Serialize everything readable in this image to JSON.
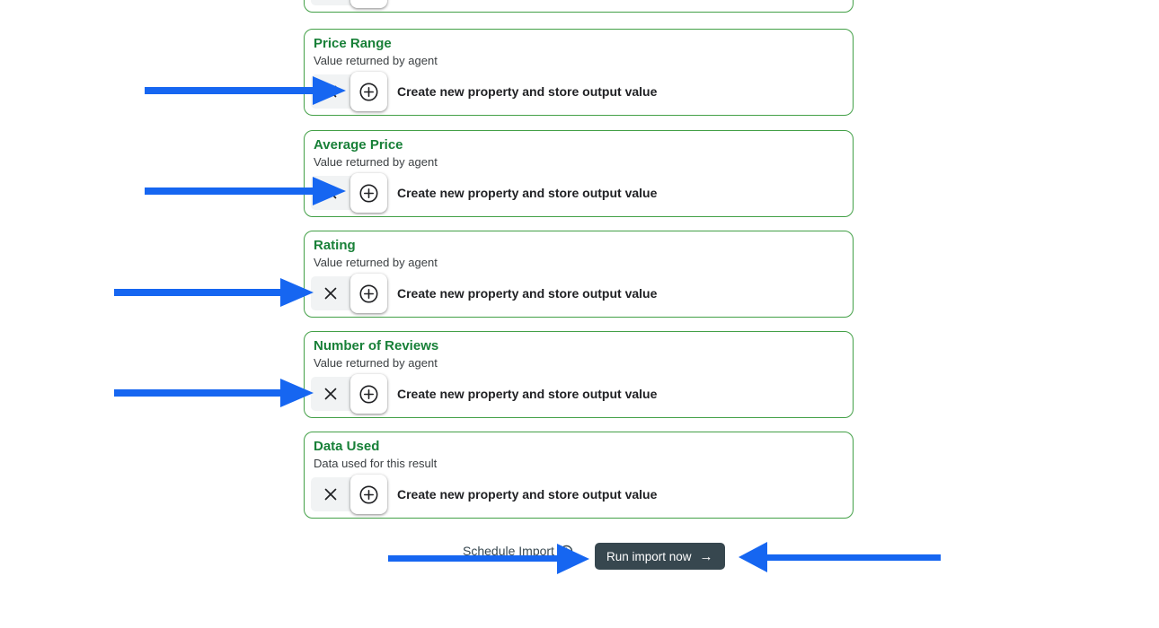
{
  "colors": {
    "card_border_green": "#43a047",
    "title_green": "#188038",
    "annotation_arrow_blue": "#1666f1",
    "run_button_bg": "#37474f",
    "toggle_bg": "#f1f3f4",
    "text_dark": "#202124",
    "text_sub": "#3c4043"
  },
  "cards": [
    {
      "partial": true
    },
    {
      "title": "Price Range",
      "subtitle": "Value returned by agent",
      "action_label": "Create new property and store output value"
    },
    {
      "title": "Average Price",
      "subtitle": "Value returned by agent",
      "action_label": "Create new property and store output value"
    },
    {
      "title": "Rating",
      "subtitle": "Value returned by agent",
      "action_label": "Create new property and store output value"
    },
    {
      "title": "Number of Reviews",
      "subtitle": "Value returned by agent",
      "action_label": "Create new property and store output value"
    },
    {
      "title": "Data Used",
      "subtitle": "Data used for this result",
      "action_label": "Create new property and store output value"
    }
  ],
  "icons": {
    "discard": "close-x",
    "create": "plus-circle",
    "schedule": "clock",
    "run_arrow": "→"
  },
  "footer": {
    "schedule_label": "Schedule Import",
    "run_button_label": "Run import now",
    "run_button_arrow": "→"
  },
  "annotations": {
    "arrow_color": "#1666f1",
    "arrows": [
      {
        "target": "price-range-create-button",
        "direction": "right"
      },
      {
        "target": "average-price-create-button",
        "direction": "right"
      },
      {
        "target": "rating-discard-button",
        "direction": "right"
      },
      {
        "target": "number-of-reviews-discard-button",
        "direction": "right"
      },
      {
        "target": "run-import-now-button",
        "direction": "right"
      },
      {
        "target": "run-import-now-button",
        "direction": "left"
      }
    ]
  }
}
